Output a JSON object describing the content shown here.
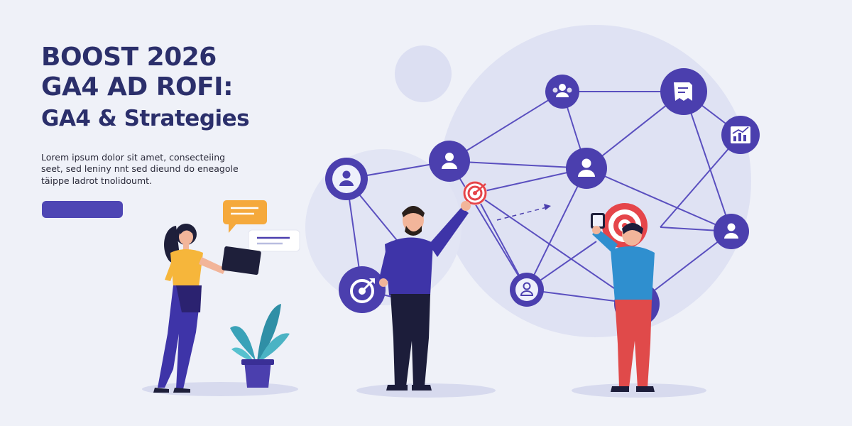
{
  "headline": {
    "line1": "BOOST 2026",
    "line2": "GA4 AD ROFI:",
    "line3": "GA4 & Strategies"
  },
  "body_text": {
    "line1": "Lorem ipsum dolor sit amet, consecteiing",
    "line2": "seet, sed leniny nnt sed dieund do eneagole",
    "line3": "täippe ladrot tnolidoumt."
  },
  "colors": {
    "background": "#eff1f8",
    "blob": "#dcdff2",
    "network_node": "#4b3fae",
    "network_line": "#5a4fbf",
    "heading_text": "#2b2f6b",
    "button": "#4e46b4",
    "target_red": "#e5454a",
    "chat_orange": "#f5a93c"
  },
  "icons": {
    "network_nodes": [
      "user-icon",
      "user-icon",
      "document-icon",
      "bar-chart-icon",
      "user-icon",
      "user-icon",
      "user-icon",
      "target-icon",
      "user-icon",
      "user-icon"
    ],
    "target_markers": [
      "target-icon",
      "target-icon"
    ],
    "chat": [
      "chat-bubble-icon",
      "chat-bubble-icon"
    ]
  }
}
